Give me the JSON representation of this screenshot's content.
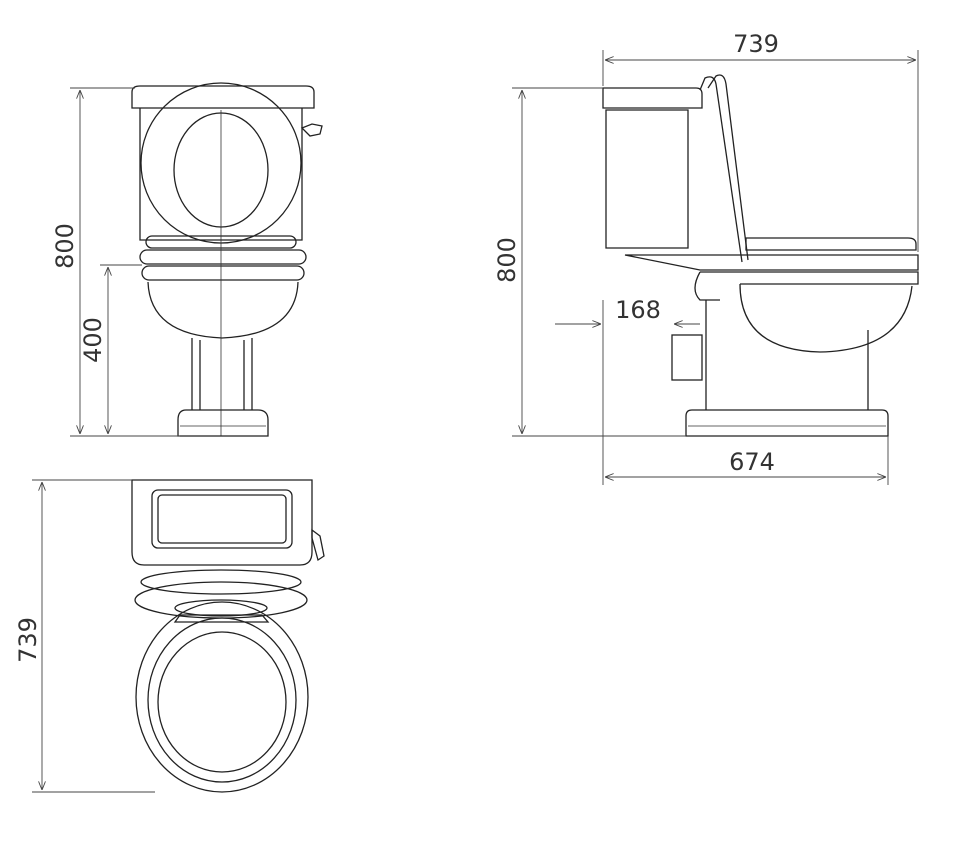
{
  "views": {
    "front": {
      "height_label": "800",
      "seat_height_label": "400"
    },
    "side": {
      "width_label": "739",
      "height_label": "800",
      "offset_label": "168",
      "base_depth_label": "674"
    },
    "top": {
      "length_label": "739"
    }
  },
  "colors": {
    "line": "#222222",
    "dimension": "#444444",
    "background": "#ffffff"
  }
}
